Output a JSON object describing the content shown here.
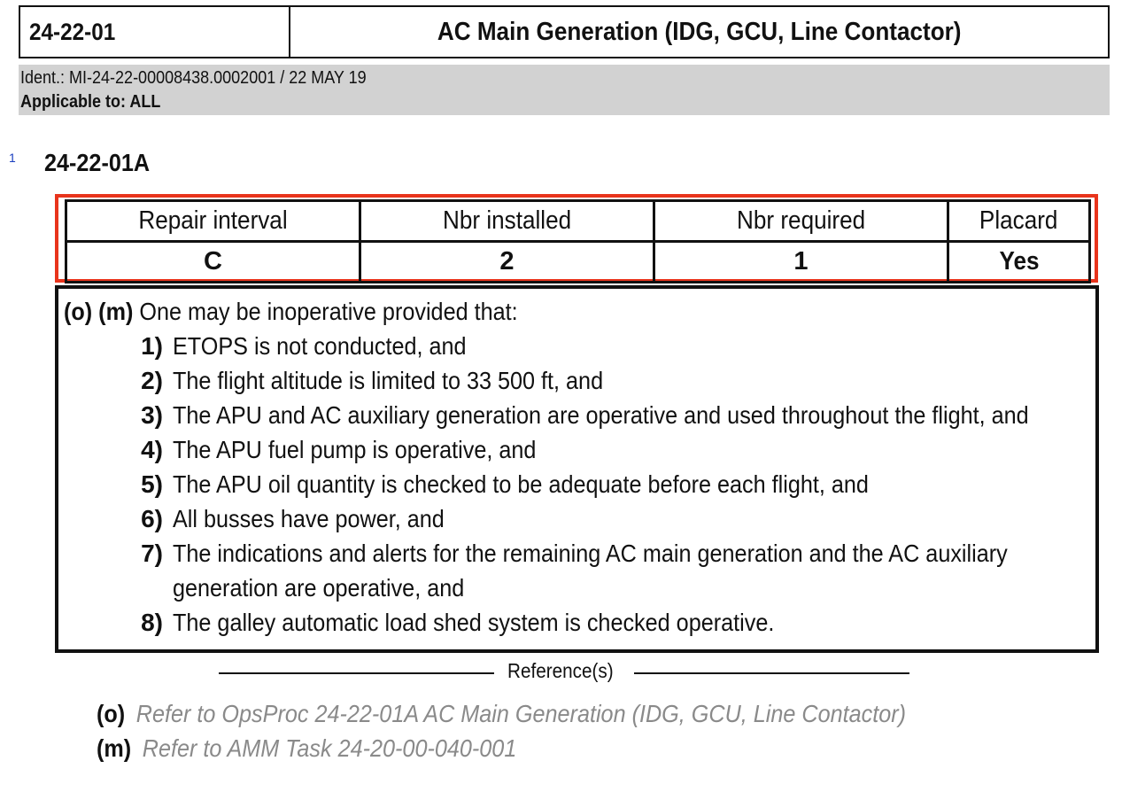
{
  "header": {
    "code": "24-22-01",
    "title": "AC Main Generation (IDG, GCU, Line Contactor)"
  },
  "ident": {
    "line": "Ident.: MI-24-22-00008438.0002001 / 22 MAY 19",
    "applicable": "Applicable to: ALL"
  },
  "revision_mark": "1",
  "section_id": "24-22-01A",
  "interval_table": {
    "headers": [
      "Repair interval",
      "Nbr installed",
      "Nbr required",
      "Placard"
    ],
    "values": [
      "C",
      "2",
      "1",
      "Yes"
    ]
  },
  "conditions": {
    "prefix": "(o) (m)",
    "intro": "One may be inoperative provided that:",
    "items": [
      {
        "num": "1)",
        "text": "ETOPS is not conducted, and"
      },
      {
        "num": "2)",
        "text": "The flight altitude is limited to 33 500 ft, and"
      },
      {
        "num": "3)",
        "text": "The APU and AC auxiliary generation are operative and used throughout the flight, and"
      },
      {
        "num": "4)",
        "text": "The APU fuel pump is operative, and"
      },
      {
        "num": "5)",
        "text": "The APU oil quantity is checked to be adequate before each flight, and"
      },
      {
        "num": "6)",
        "text": "All busses have power, and"
      },
      {
        "num": "7)",
        "text": "The indications and alerts for the remaining AC main generation and the AC auxiliary",
        "text2": "generation are operative, and"
      },
      {
        "num": "8)",
        "text": "The galley automatic load shed system is checked operative."
      }
    ]
  },
  "references": {
    "heading": "Reference(s)",
    "items": [
      {
        "label": "(o)",
        "text": "Refer to OpsProc 24-22-01A AC Main Generation (IDG, GCU, Line Contactor)"
      },
      {
        "label": "(m)",
        "text": "Refer to AMM Task 24-20-00-040-001"
      }
    ]
  },
  "colors": {
    "highlight_border": "#e8341c",
    "ident_band": "#d2d2d2",
    "reference_text": "#8a8a8a",
    "revision_mark": "#1a3fbf"
  }
}
